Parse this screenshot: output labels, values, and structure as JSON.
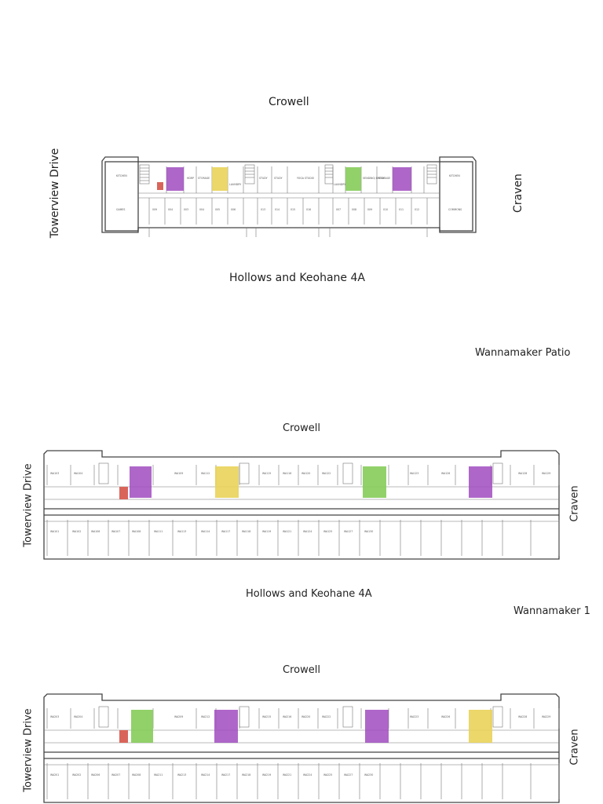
{
  "plans": [
    {
      "title": "",
      "top_label": "Crowell",
      "bottom_label": "Hollows and Keohane 4A",
      "left_label": "Towerview Drive",
      "right_label": "Craven",
      "rooms_top": [
        "KITCHEN",
        "HDRP",
        "STORAGE",
        "LAUNDRY",
        "STUDY",
        "STUDY",
        "YOGA STUDIO",
        "LAUNDRY",
        "VENDING/ BREAK",
        "STORAGE",
        "KITCHEN"
      ],
      "rooms_bottom": [
        "GAMES",
        "009",
        "004",
        "003",
        "004",
        "005",
        "006",
        "013",
        "014",
        "015",
        "016",
        "007",
        "008",
        "009",
        "010",
        "011",
        "012",
        "COMMONS"
      ]
    },
    {
      "title": "Wannamaker Patio",
      "top_label": "Crowell",
      "bottom_label": "Hollows and Keohane 4A",
      "left_label": "Towerview Drive",
      "right_label": "Craven",
      "rooms_top": [
        "WA103",
        "WA104",
        "WA109",
        "WA112",
        "WA115",
        "WA116",
        "WA120",
        "WA122",
        "WA123",
        "WA126",
        "WA128",
        "WA129"
      ],
      "rooms_bottom": [
        "WA101",
        "WA102",
        "WA106",
        "WA107",
        "WA108",
        "WA111",
        "WA113",
        "WA114",
        "WA117",
        "WA118",
        "WA119",
        "WA121",
        "WA124",
        "WA125",
        "WA127",
        "WA130"
      ]
    },
    {
      "title": "Wannamaker 1",
      "top_label": "Crowell",
      "bottom_label": "",
      "left_label": "Towerview Drive",
      "right_label": "Craven",
      "rooms_top": [
        "WA203",
        "WA204",
        "WA209",
        "WA212",
        "WA215",
        "WA216",
        "WA220",
        "WA222",
        "WA223",
        "WA226",
        "WA228",
        "WA229"
      ],
      "rooms_bottom": [
        "WA201",
        "WA202",
        "WA206",
        "WA207",
        "WA208",
        "WA211",
        "WA213",
        "WA214",
        "WA217",
        "WA218",
        "WA219",
        "WA221",
        "WA224",
        "WA225",
        "WA227",
        "WA230"
      ]
    }
  ],
  "colors": {
    "purple": "#a04cc0",
    "yellow": "#e9d35a",
    "green": "#86cc5a",
    "red": "#d9655a",
    "wall": "#444444"
  }
}
